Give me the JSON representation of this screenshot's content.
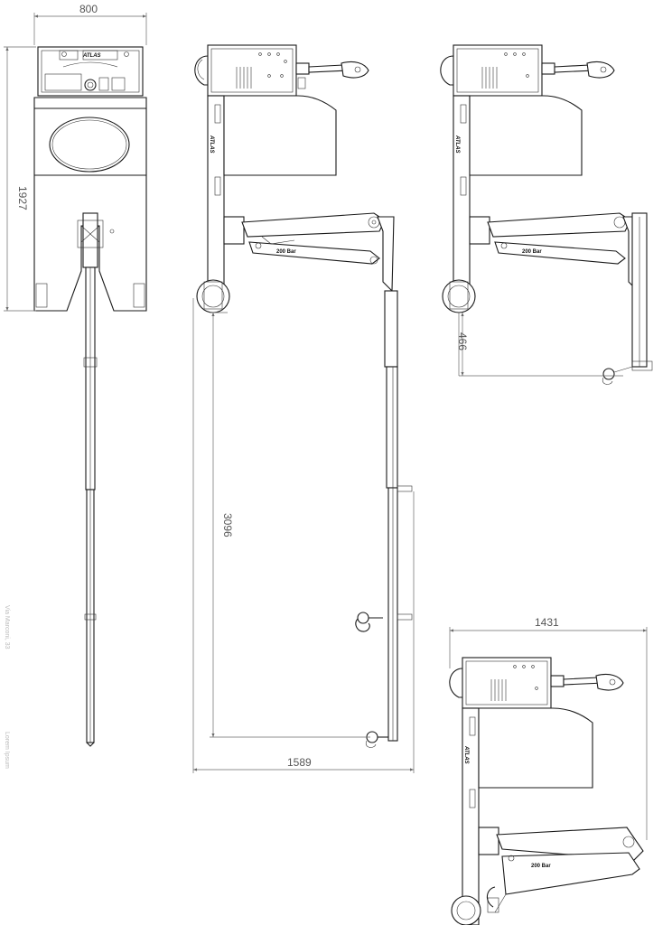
{
  "dimensions": {
    "width_front": "800",
    "height_front": "1927",
    "reach_height": "3096",
    "reach_width": "1589",
    "folded_height": "466",
    "lowered_width": "1431"
  },
  "labels": {
    "pressure": "200 Bar",
    "brand_mark": "ATLAS",
    "column_mark": "ATLAS"
  },
  "sidebar_text": {
    "line1": "Via Marconi, 33",
    "line2": "Lorem Ipsum"
  },
  "colors": {
    "line": "#1a1a1a",
    "dimension": "#6a6a6a"
  }
}
